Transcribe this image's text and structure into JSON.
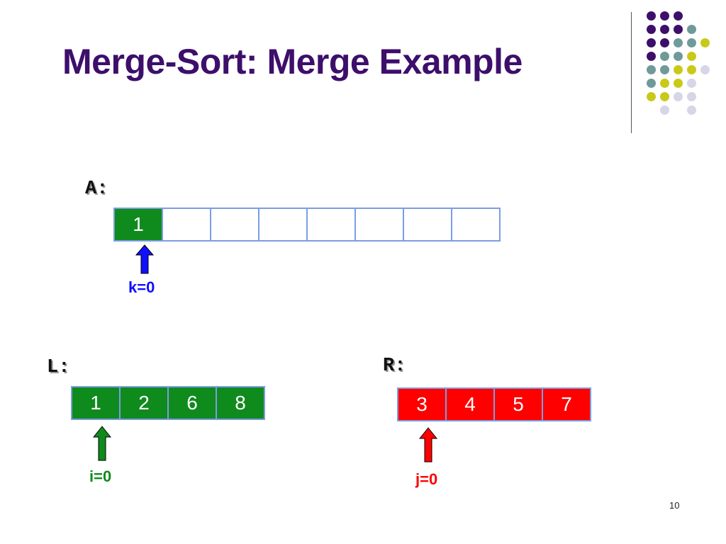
{
  "slide": {
    "title": "Merge-Sort: Merge Example",
    "page_number": "10"
  },
  "array_A": {
    "label": "A:",
    "cells": [
      "1",
      "",
      "",
      "",
      "",
      "",
      "",
      ""
    ],
    "index_label": "k=0",
    "filled_color": "#0f8a1c",
    "pointer_color": "#1010ff"
  },
  "array_L": {
    "label": "L:",
    "cells": [
      "1",
      "2",
      "6",
      "8"
    ],
    "index_label": "i=0",
    "cell_color": "#0f8a1c",
    "pointer_color": "#0f8a1c"
  },
  "array_R": {
    "label": "R:",
    "cells": [
      "3",
      "4",
      "5",
      "7"
    ],
    "index_label": "j=0",
    "cell_color": "#ff0000",
    "pointer_color": "#ff0000"
  },
  "colors": {
    "title": "#3d0f6b",
    "cell_border": "#7b9ee0",
    "dot_purple": "#3d0f6b",
    "dot_teal": "#6f9a9a",
    "dot_yellow": "#c9c91a",
    "dot_lavender": "#d6d6e6"
  }
}
